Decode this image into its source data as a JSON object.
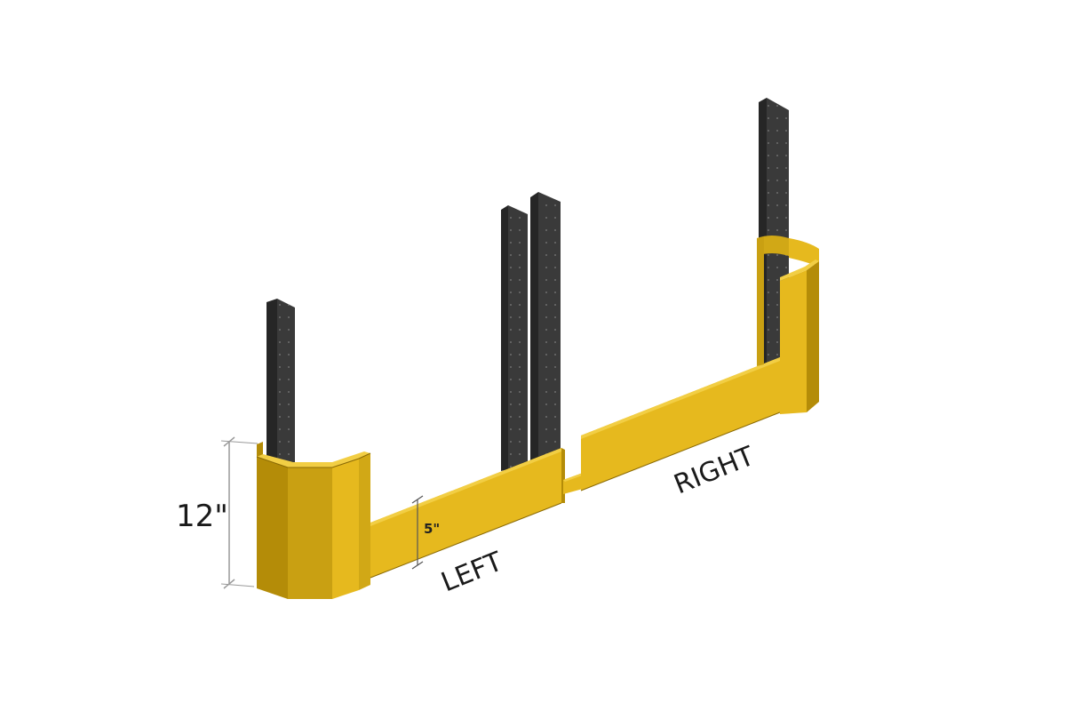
{
  "labels": {
    "height_dim": "12\"",
    "rail_dim": "5\"",
    "left": "LEFT",
    "right": "RIGHT"
  },
  "colors": {
    "guard_front": "#e6b91e",
    "guard_side": "#b48c08",
    "guard_edge": "#8a6a05",
    "upright": "#3a3a3a",
    "upright_side": "#262626",
    "dim_line": "#9a9a9a"
  }
}
